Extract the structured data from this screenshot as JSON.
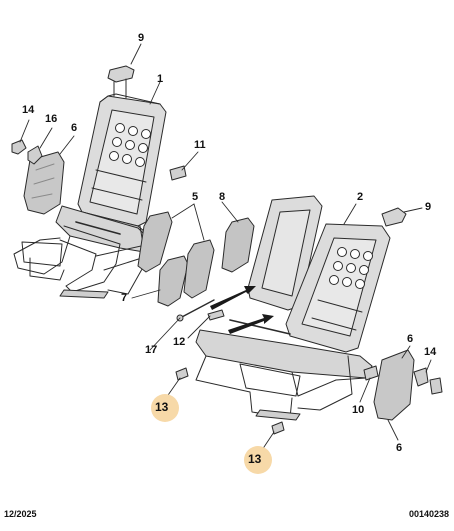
{
  "callouts": {
    "c9a": "9",
    "c1": "1",
    "c14a": "14",
    "c16": "16",
    "c6a": "6",
    "c11": "11",
    "c5": "5",
    "c8": "8",
    "c2": "2",
    "c9b": "9",
    "c7": "7",
    "c17": "17",
    "c12": "12",
    "c6b": "6",
    "c14b": "14",
    "c10": "10",
    "c13a": "13",
    "c13b": "13"
  },
  "footer": {
    "date": "12/2025",
    "ref": "00140238"
  },
  "colors": {
    "line": "#2b2b2b",
    "frame_fill": "#dcdcdc",
    "panel_fill": "#c8c8c8",
    "highlight": "#f7d9a8"
  }
}
